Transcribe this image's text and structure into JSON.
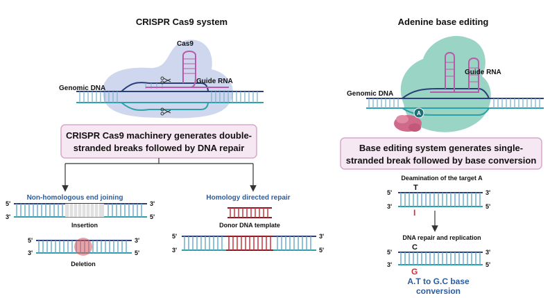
{
  "left": {
    "title": "CRISPR Cas9 system",
    "cas9_label": "Cas9",
    "genomic_dna_label": "Genomic DNA",
    "guide_rna_label": "Guide RNA",
    "caption_line1": "CRISPR Cas9 machinery generates double-",
    "caption_line2": "stranded breaks followed by DNA repair",
    "nhej_title": "Non-homologous end joining",
    "insertion_label": "Insertion",
    "deletion_label": "Deletion",
    "hdr_title": "Homology directed repair",
    "donor_label": "Donor DNA template",
    "five_prime": "5'",
    "three_prime": "3'"
  },
  "right": {
    "title": "Adenine base editing",
    "genomic_dna_label": "Genomic DNA",
    "guide_rna_label": "Guide RNA",
    "a_marker": "A",
    "caption_line1": "Base editing system generates single-",
    "caption_line2": "stranded break followed by base conversion",
    "deamination_label": "Deamination of the target A",
    "top_base_1": "T",
    "bottom_base_1": "I",
    "repair_label": "DNA repair and replication",
    "top_base_2": "C",
    "bottom_base_2": "G",
    "result_line1": "A.T to G.C base",
    "result_line2": "conversion",
    "five_prime": "5'",
    "three_prime": "3'"
  }
}
